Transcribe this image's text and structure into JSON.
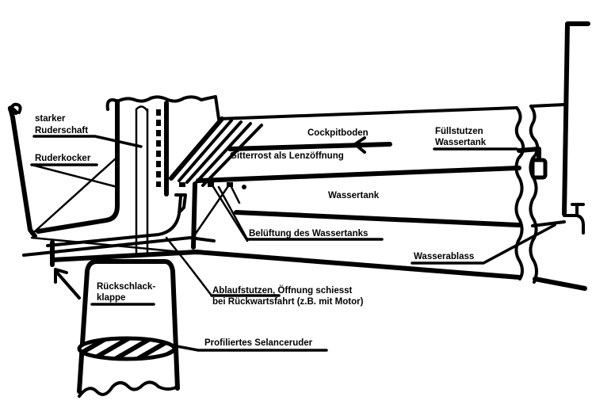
{
  "diagram": {
    "colors": {
      "ink": "#000000",
      "paper": "#ffffff"
    },
    "labels": {
      "starker": "starker",
      "ruderschaft": "Ruderschaft",
      "ruderkocker": "Ruderkocker",
      "cockpitboden": "Cockpitboden",
      "gitterrost": "Gitterrost als Lenzöffnung",
      "fuellstutzen_1": "Füllstutzen",
      "fuellstutzen_2": "Wassertank",
      "wassertank": "Wassertank",
      "belueftung": "Belüftung des Wassertanks",
      "wasserablass": "Wasserablass",
      "rueckschlag_1": "Rückschlack-",
      "rueckschlag_2": "klappe",
      "ablauf_1": "Ablaufstutzen, Öffnung schiesst",
      "ablauf_2": "bei Rückwartsfahrt (z.B. mit Motor)",
      "selanceruder": "Profiliertes Selanceruder"
    }
  }
}
